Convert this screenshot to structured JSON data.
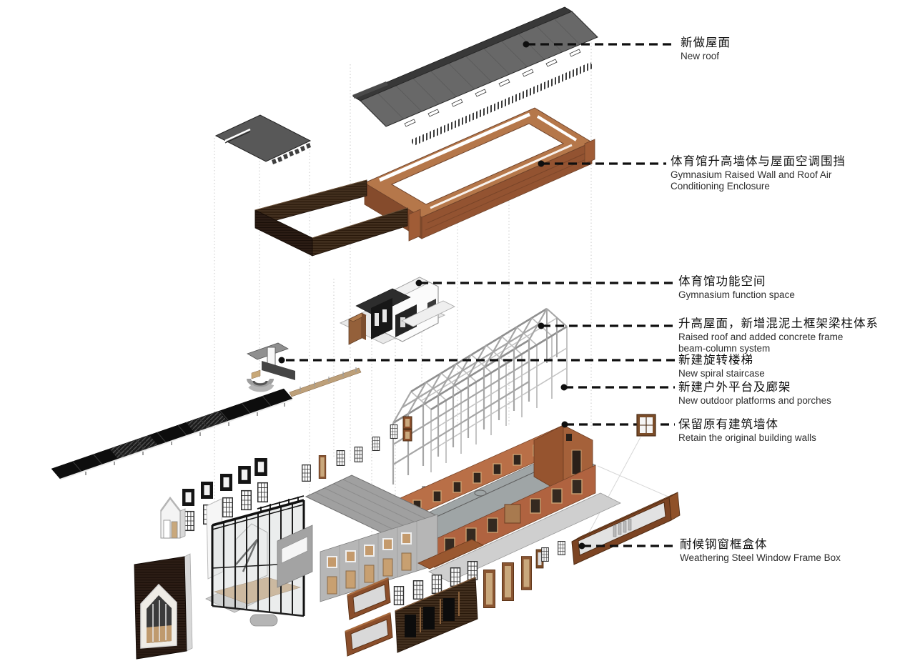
{
  "diagram": {
    "type": "exploded-axonometric-architecture-diagram",
    "labels": [
      {
        "id": "new-roof",
        "zh": "新做屋面",
        "en": "New roof"
      },
      {
        "id": "gym-raised-wall",
        "zh": "体育馆升高墙体与屋面空调围挡",
        "en": "Gymnasium Raised Wall and Roof Air Conditioning Enclosure"
      },
      {
        "id": "gym-function-space",
        "zh": "体育馆功能空间",
        "en": "Gymnasium function space"
      },
      {
        "id": "raised-roof-frame",
        "zh": "升高屋面，新增混泥土框架梁柱体系",
        "en": "Raised roof and added concrete frame beam-column system"
      },
      {
        "id": "spiral-staircase",
        "zh": "新建旋转楼梯",
        "en": "New spiral staircase"
      },
      {
        "id": "outdoor-platforms",
        "zh": "新建户外平台及廊架",
        "en": "New outdoor platforms and porches"
      },
      {
        "id": "retained-walls",
        "zh": "保留原有建筑墙体",
        "en": "Retain the original building walls"
      },
      {
        "id": "steel-window-box",
        "zh": "耐候钢窗框盒体",
        "en": "Weathering Steel Window Frame Box"
      }
    ],
    "colors": {
      "background": "#ffffff",
      "leader": "#0f0f0f",
      "roof_gray": "#686868",
      "corten_light": "#b5774a",
      "corten_dark": "#7c4423",
      "brick": "#b06340",
      "concrete": "#a6a6a6"
    }
  }
}
